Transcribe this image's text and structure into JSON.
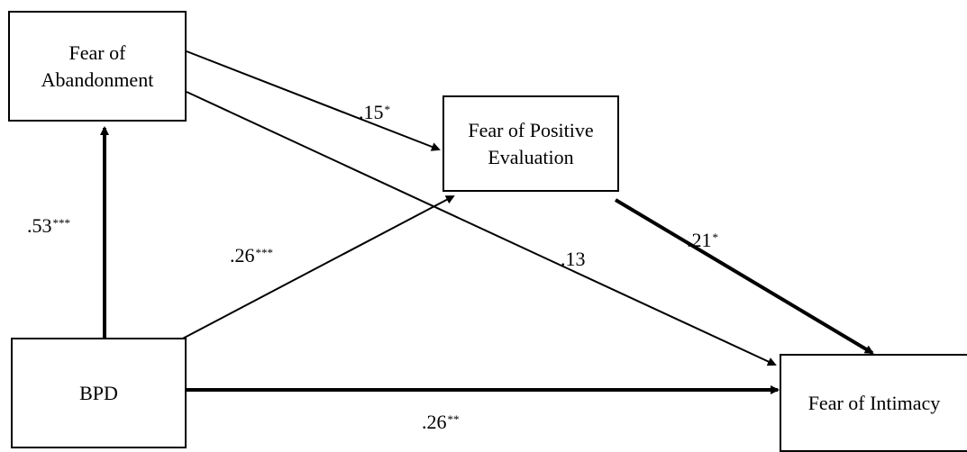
{
  "nodes": {
    "abandonment": {
      "label": "Fear of\nAbandonment"
    },
    "positive_evaluation": {
      "label": "Fear of Positive\nEvaluation"
    },
    "bpd": {
      "label": "BPD"
    },
    "intimacy": {
      "label": "Fear of Intimacy"
    }
  },
  "paths": [
    {
      "id": "bpd_to_abandonment",
      "from": "BPD",
      "to": "Fear of Abandonment",
      "coef": ".53",
      "sig": "***"
    },
    {
      "id": "abandonment_to_positive",
      "from": "Fear of Abandonment",
      "to": "Fear of Positive Evaluation",
      "coef": ".15",
      "sig": "*"
    },
    {
      "id": "bpd_to_positive",
      "from": "BPD",
      "to": "Fear of Positive Evaluation",
      "coef": ".26",
      "sig": "***"
    },
    {
      "id": "abandonment_to_intimacy",
      "from": "Fear of Abandonment",
      "to": "Fear of Intimacy",
      "coef": ".13",
      "sig": ""
    },
    {
      "id": "positive_to_intimacy",
      "from": "Fear of Positive Evaluation",
      "to": "Fear of Intimacy",
      "coef": ".21",
      "sig": "*"
    },
    {
      "id": "bpd_to_intimacy",
      "from": "BPD",
      "to": "Fear of Intimacy",
      "coef": ".26",
      "sig": "**"
    }
  ],
  "colors": {
    "line": "#000000",
    "background": "#ffffff"
  }
}
